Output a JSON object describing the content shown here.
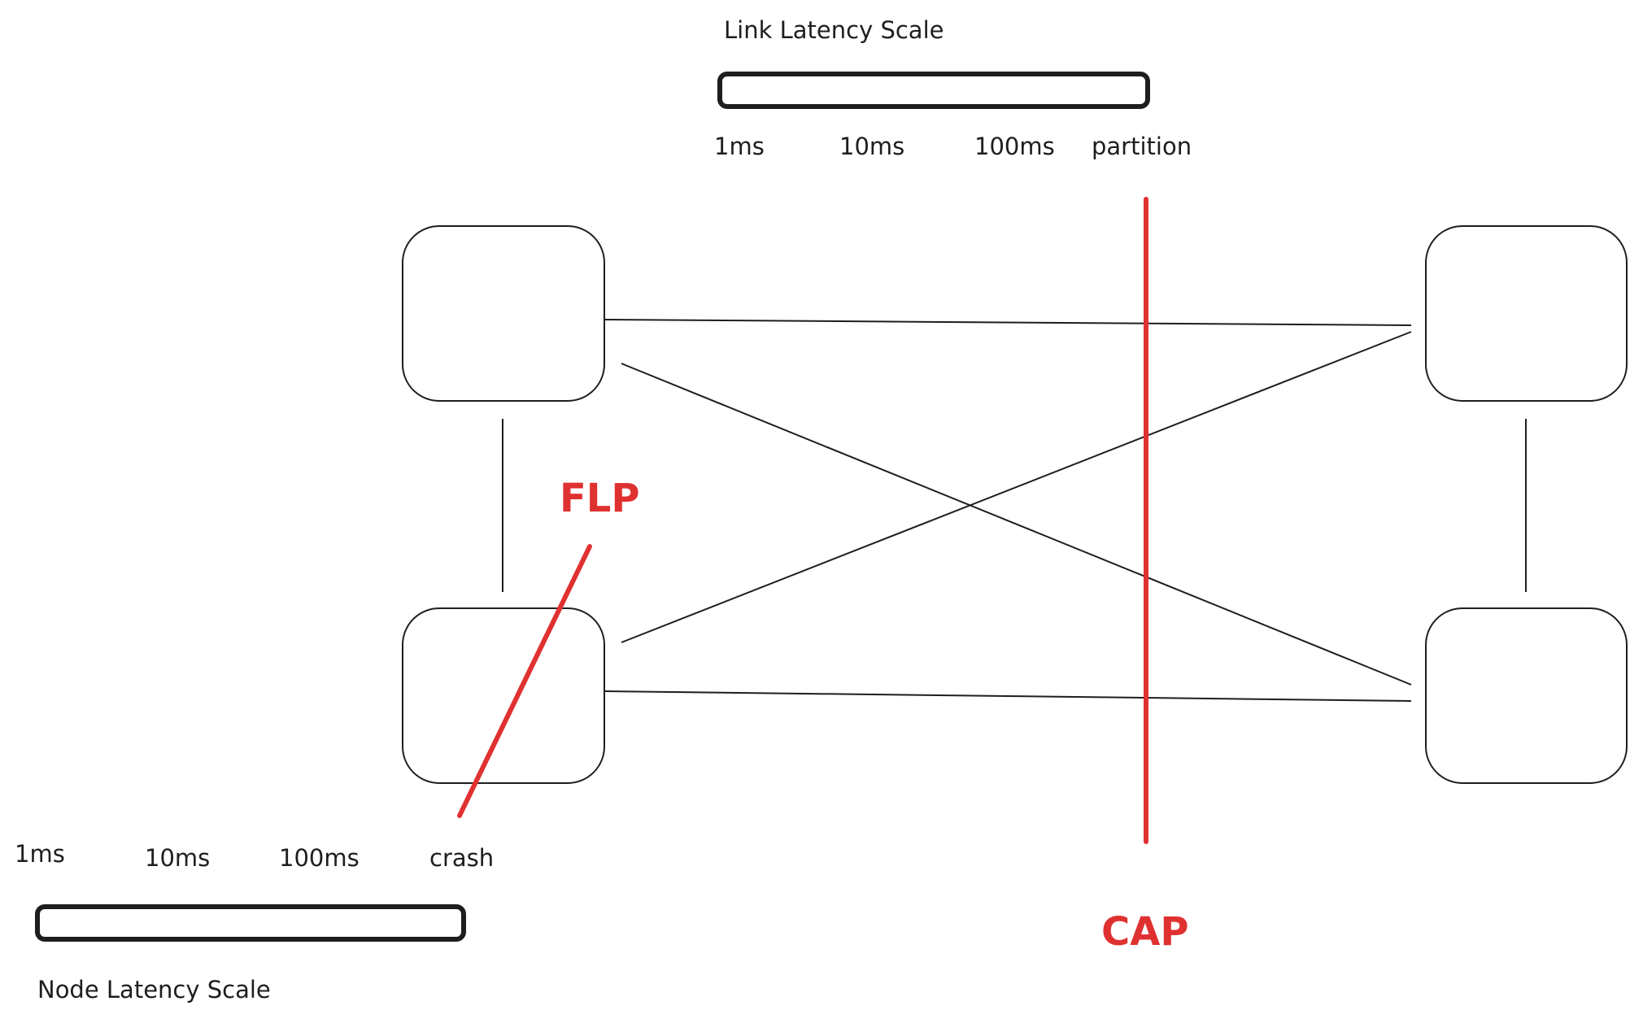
{
  "link_scale": {
    "title": "Link Latency Scale",
    "ticks": [
      "1ms",
      "10ms",
      "100ms",
      "partition"
    ]
  },
  "node_scale": {
    "title": "Node Latency Scale",
    "ticks": [
      "1ms",
      "10ms",
      "100ms",
      "crash"
    ]
  },
  "annotations": {
    "flp": "FLP",
    "cap": "CAP"
  },
  "colors": {
    "stroke": "#1e1e1e",
    "accent": "#e03131"
  }
}
